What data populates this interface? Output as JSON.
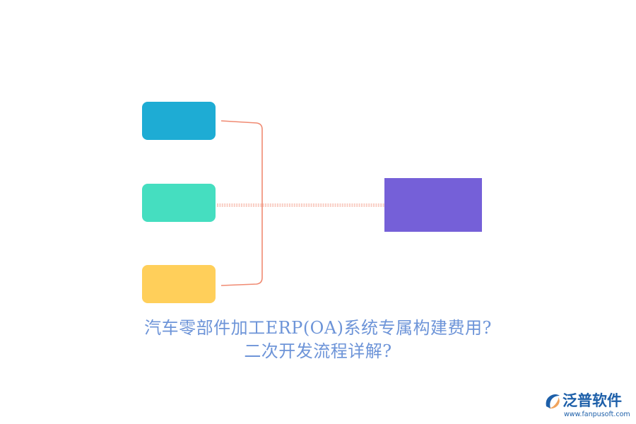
{
  "diagram": {
    "title_lines": [
      "汽车零部件加工ERP(OA)系统专属构建费用?",
      "二次开发流程详解?"
    ],
    "nodes": {
      "blue": {
        "label": "",
        "color": "#1eacd4"
      },
      "teal": {
        "label": "",
        "color": "#45dec0"
      },
      "yellow": {
        "label": "",
        "color": "#ffcf5a"
      },
      "purple": {
        "label": "",
        "color": "#7560d8"
      }
    },
    "connector_color": "#f08a72",
    "title_color": "#6d94d8"
  },
  "logo": {
    "name": "泛普软件",
    "url": "www.fanpusoft.com",
    "name_color": "#1d5fa9",
    "mark_color_primary": "#1d5fa9",
    "mark_color_accent": "#f0a35c"
  }
}
